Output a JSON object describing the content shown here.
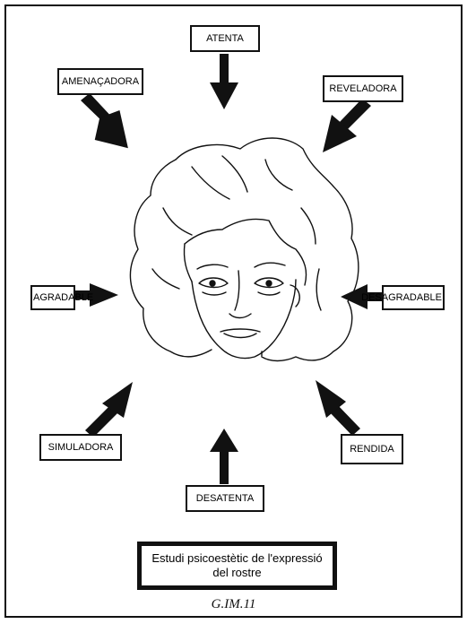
{
  "labels": {
    "top": "ATENTA",
    "top_left": "AMENAÇADORA",
    "top_right": "REVELADORA",
    "left": "AGRADABLE",
    "right": "DESAGRADABLE",
    "bottom_left": "SIMULADORA",
    "bottom_right": "RENDIDA",
    "bottom": "DESATENTA"
  },
  "caption": {
    "line1": "Estudi psicoestètic de l'expressió",
    "line2": "del rostre"
  },
  "figure_label": "G.IM.11",
  "colors": {
    "ink": "#111111",
    "paper": "#ffffff"
  }
}
